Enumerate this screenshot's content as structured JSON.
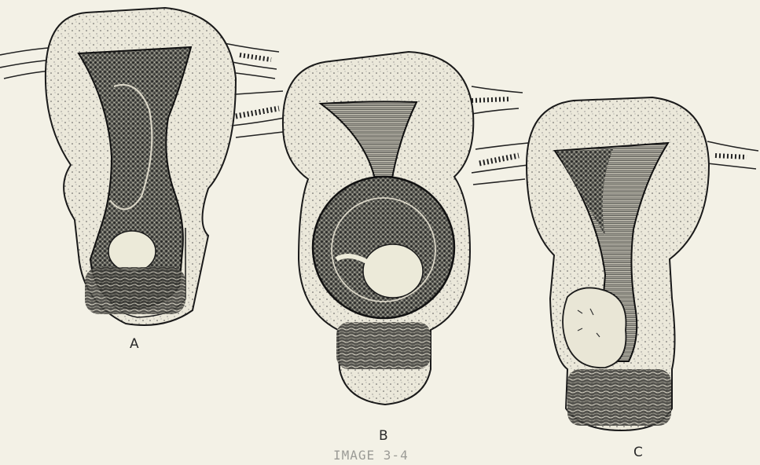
{
  "figure": {
    "panels": [
      {
        "id": "A",
        "label": "A"
      },
      {
        "id": "B",
        "label": "B"
      },
      {
        "id": "C",
        "label": "C"
      }
    ],
    "caption": "IMAGE 3-4"
  },
  "colors": {
    "background": "#f3f1e6",
    "ink": "#1c1c1c",
    "tissue": "#e8e5d6"
  }
}
